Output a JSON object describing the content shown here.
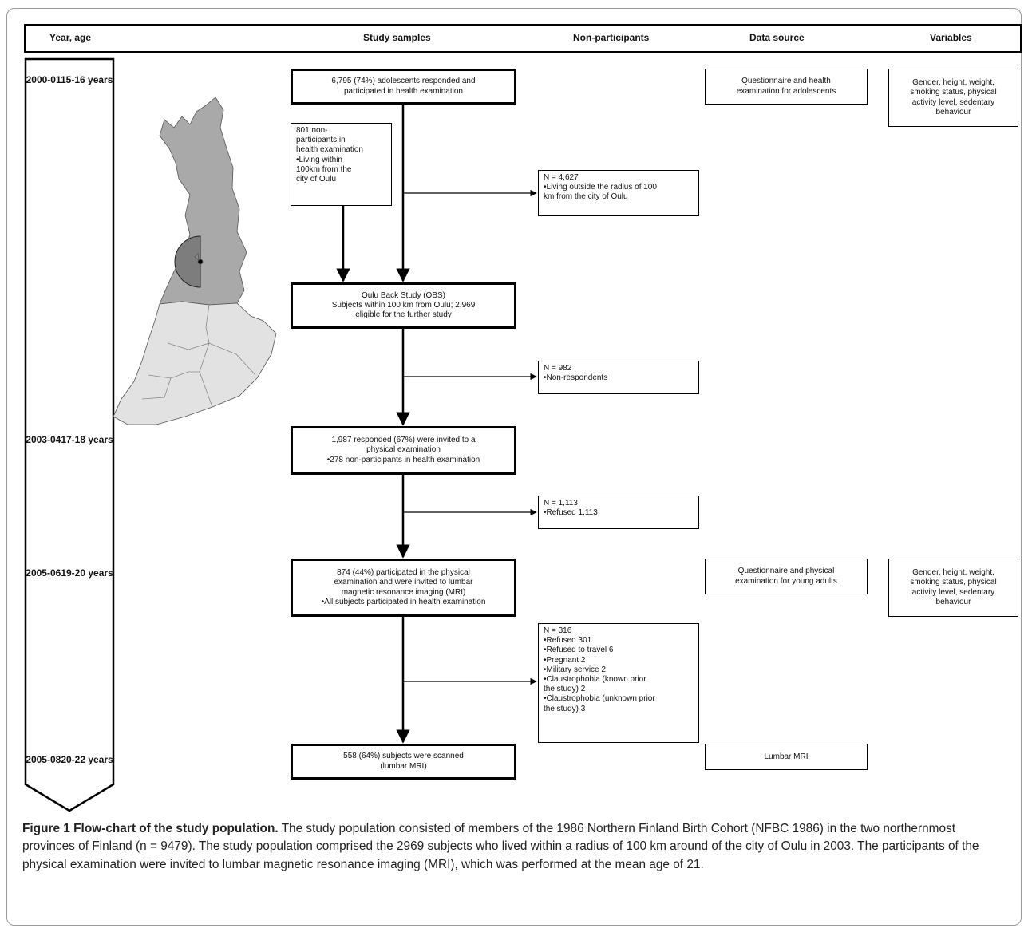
{
  "header": {
    "year_age": "Year, age",
    "study_samples": "Study samples",
    "non_participants": "Non-participants",
    "data_source": "Data source",
    "variables": "Variables"
  },
  "timeline": [
    {
      "year": "2000-01",
      "age": "15-16 years"
    },
    {
      "year": "2003-04",
      "age": "17-18 years"
    },
    {
      "year": "2005-06",
      "age": "19-20 years"
    },
    {
      "year": "2005-08",
      "age": "20-22 years"
    }
  ],
  "study_samples": {
    "s1": [
      "6,795 (74%) adolescents responded and",
      "participated in health examination"
    ],
    "s2": [
      "Oulu Back Study (OBS)",
      "Subjects within 100 km from Oulu; 2,969",
      "eligible for the further study"
    ],
    "s3": [
      "1,987 responded (67%) were invited to a",
      "physical examination",
      "•278 non-participants in health examination"
    ],
    "s4": [
      "874 (44%) participated in the physical",
      "examination and were invited to lumbar",
      "magnetic resonance imaging (MRI)",
      "•All subjects participated in health examination"
    ],
    "s5": [
      "558 (64%) subjects were scanned",
      "(lumbar MRI)"
    ]
  },
  "side_box": [
    "801 non-",
    "participants in",
    "health examination",
    "•Living within",
    "100km from the",
    "city of Oulu"
  ],
  "non_participants": {
    "n1": [
      "N = 4,627",
      "•Living outside the radius of 100",
      "km from the city of Oulu"
    ],
    "n2": [
      "N = 982",
      "•Non-respondents"
    ],
    "n3": [
      "N = 1,113",
      "•Refused 1,113"
    ],
    "n4": [
      "N = 316",
      "•Refused 301",
      "•Refused to travel 6",
      "•Pregnant 2",
      "•Military service 2",
      "•Claustrophobia (known prior",
      "the study) 2",
      "•Claustrophobia (unknown prior",
      "the study) 3"
    ]
  },
  "data_source": {
    "d1": [
      "Questionnaire and health",
      "examination for adolescents"
    ],
    "d2": [
      "Questionnaire and physical",
      "examination for young adults"
    ],
    "d3": [
      "Lumbar MRI"
    ]
  },
  "variables": {
    "v1": [
      "Gender, height, weight,",
      "smoking status, physical",
      "activity level, sedentary",
      "behaviour"
    ],
    "v2": [
      "Gender, height, weight,",
      "smoking status, physical",
      "activity level, sedentary",
      "behaviour"
    ]
  },
  "colors": {
    "map_north": "#a9a9a9",
    "map_south": "#e2e2e2",
    "map_radius": "#7d7d7d",
    "border": "#000000"
  },
  "caption": {
    "title": "Figure 1 Flow-chart of the study population.",
    "text": " The study population consisted of members of the 1986 Northern Finland Birth Cohort (NFBC 1986) in the two northernmost provinces of Finland (n = 9479). The study population comprised the 2969 subjects who lived within a radius of 100 km around of the city of Oulu in 2003. The participants of the physical examination were invited to lumbar magnetic resonance imaging (MRI), which was performed at the mean age of 21."
  }
}
